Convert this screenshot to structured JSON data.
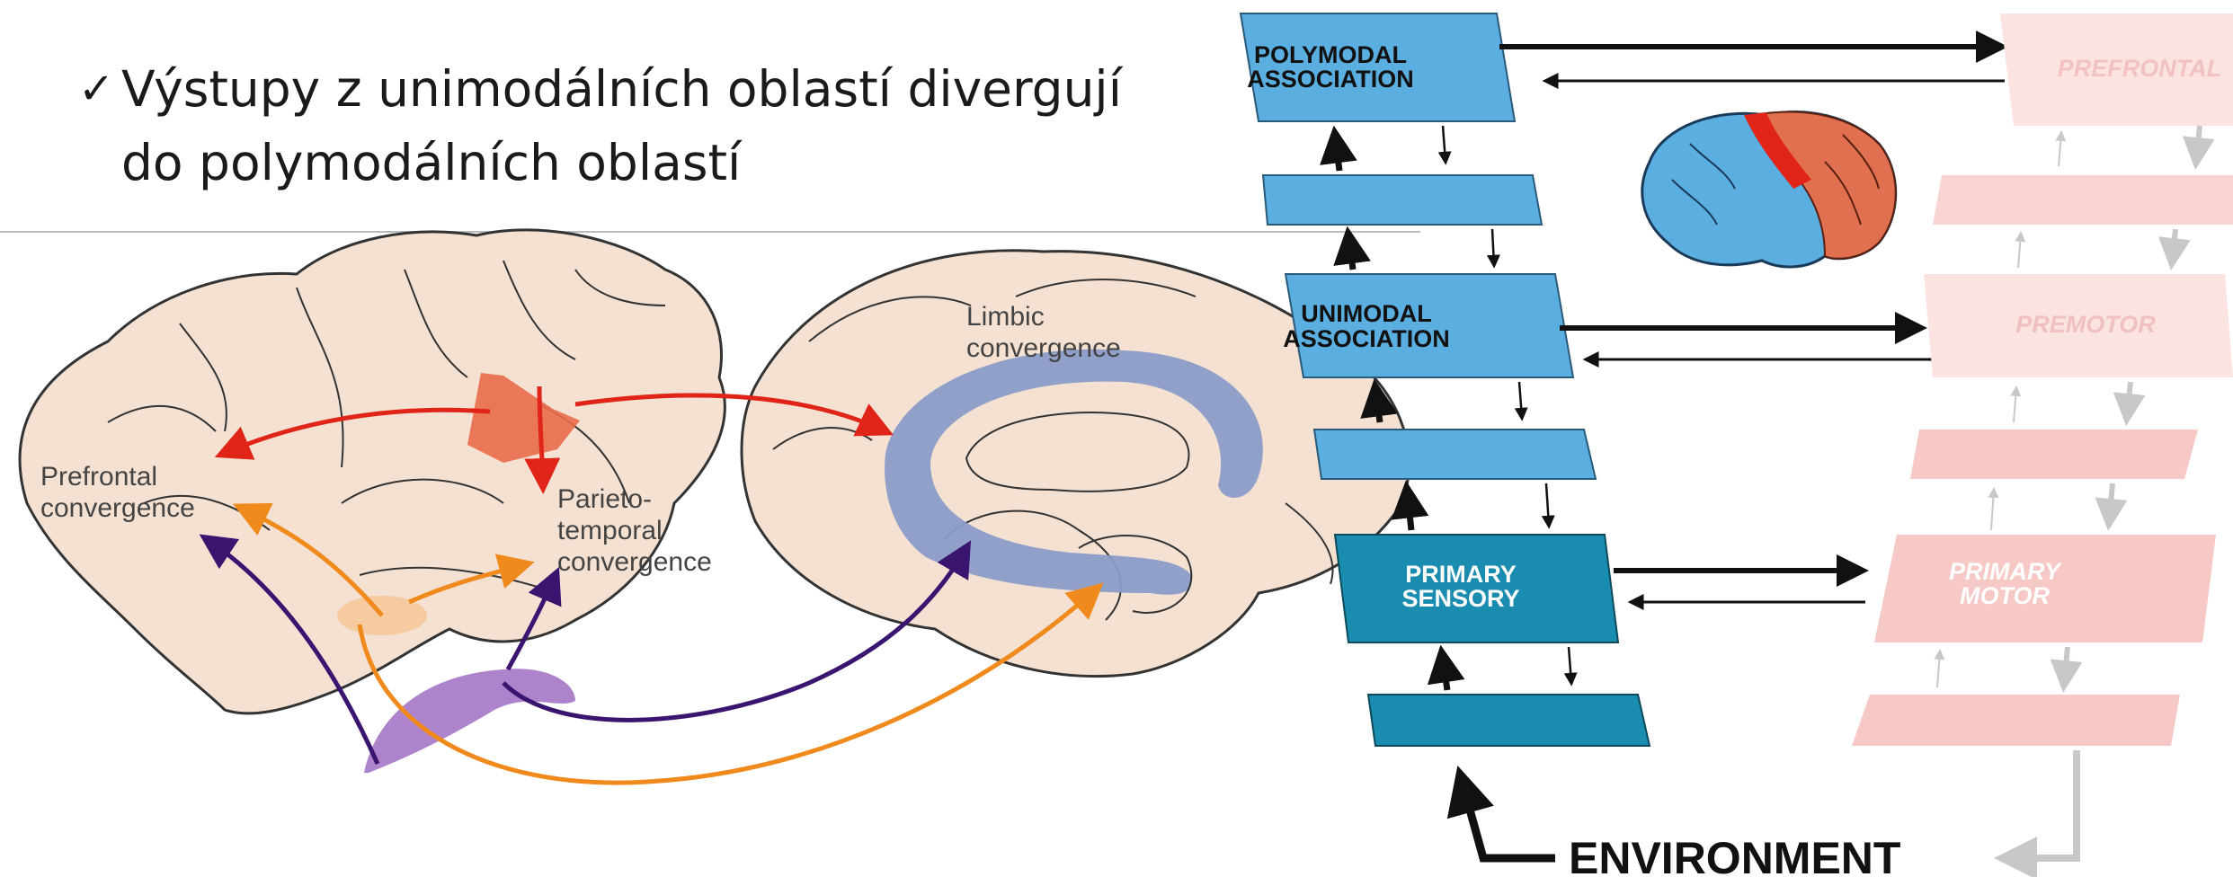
{
  "slide": {
    "bullet_text_line1": "Výstupy z unimodálních oblastí divergují",
    "bullet_text_line2": "do polymodálních oblastí"
  },
  "brain_figure": {
    "prefrontal_line1": "Prefrontal",
    "prefrontal_line2": "convergence",
    "parieto_line1": "Parieto-",
    "parieto_line2": "temporal",
    "parieto_line3": "convergence",
    "limbic_line1": "Limbic",
    "limbic_line2": "convergence"
  },
  "hierarchy": {
    "polymodal_line1": "POLYMODAL",
    "polymodal_line2": "ASSOCIATION",
    "unimodal_line1": "UNIMODAL",
    "unimodal_line2": "ASSOCIATION",
    "primary_line1": "PRIMARY",
    "primary_line2": "SENSORY",
    "prefrontal": "PREFRONTAL",
    "premotor": "PREMOTOR",
    "motor_line1": "PRIMARY",
    "motor_line2": "MOTOR",
    "environment": "ENVIRONMENT"
  },
  "colors": {
    "red_arrows": "#e02418",
    "orange_arrows": "#f08a1c",
    "purple_arrows": "#3a1570",
    "limbic_band": "#8a9cc8",
    "brain_fill": "#f4e1d2",
    "sensory_blue": "#5aaee0",
    "primary_teal": "#1a8cb0",
    "motor_faded": "#f6c8c6"
  }
}
